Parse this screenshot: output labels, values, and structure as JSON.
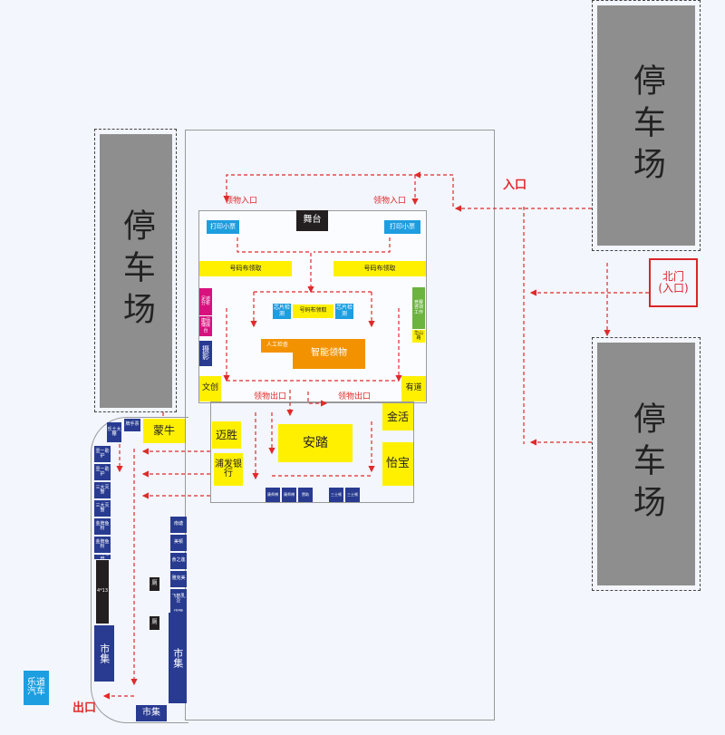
{
  "parking": {
    "left": "停车场",
    "top_right": "停车场",
    "bottom_right": "停车场"
  },
  "entrances": {
    "north_gate": "北门",
    "north_gate_sub": "(入口)",
    "entry": "入口",
    "exit": "出口",
    "pickup_entry_left": "领物入口",
    "pickup_entry_right": "领物入口",
    "pickup_exit_left": "领物出口",
    "pickup_exit_right": "领物出口"
  },
  "venue": {
    "stage": "舞台",
    "print_left": "打印小票",
    "print_right": "打印小票",
    "bib_left": "号码布领取",
    "bib_right": "号码布领取",
    "bib_center": "号码布领取",
    "chip_left": "芯片检测",
    "chip_right": "芯片检测",
    "smart_pickup": "智能领物",
    "manual_check": "人工检查",
    "photo": "摄影",
    "magenta_booth": "足迹分析",
    "magenta_booth2": "康师傅展台",
    "green_booth": "竞赛咨询工作",
    "green_booth2": "华山路",
    "wenchuang": "文创",
    "youdao": "有道",
    "jinhuo": "金活",
    "yibao": "怡宝",
    "anta": "安踏",
    "maisheng": "迈胜",
    "bank": "浦发银行",
    "mengniu": "蒙牛",
    "bottom_booths": [
      "康师傅",
      "康师傅",
      "赞助",
      "三士顿",
      "三士顿"
    ],
    "left_booths": [
      "壹一助护",
      "壹一助护",
      "三大灭蟹",
      "三大灭蟹",
      "金牌鱼粉",
      "金牌鱼粉",
      "十月稻田"
    ],
    "right_booths": [
      "南塘",
      "美顿",
      "食之莲",
      "雅克美",
      "飞鹤乳企",
      "南塘"
    ],
    "small_top": [
      "乐土大棚",
      "牌手票"
    ],
    "market_left": "市集",
    "market_right": "市集",
    "market_bottom": "市集",
    "toilet1": "厕",
    "toilet2": "厕",
    "black_strip": "4*13",
    "ledao": "乐道汽车"
  },
  "colors": {
    "yellow": "#fff000",
    "blue": "#1d9ee0",
    "navy": "#283b91",
    "orange": "#f39200",
    "magenta": "#d9117f",
    "green": "#6cb33f",
    "route": "#e12a2a",
    "parking": "#8e8e8e"
  }
}
